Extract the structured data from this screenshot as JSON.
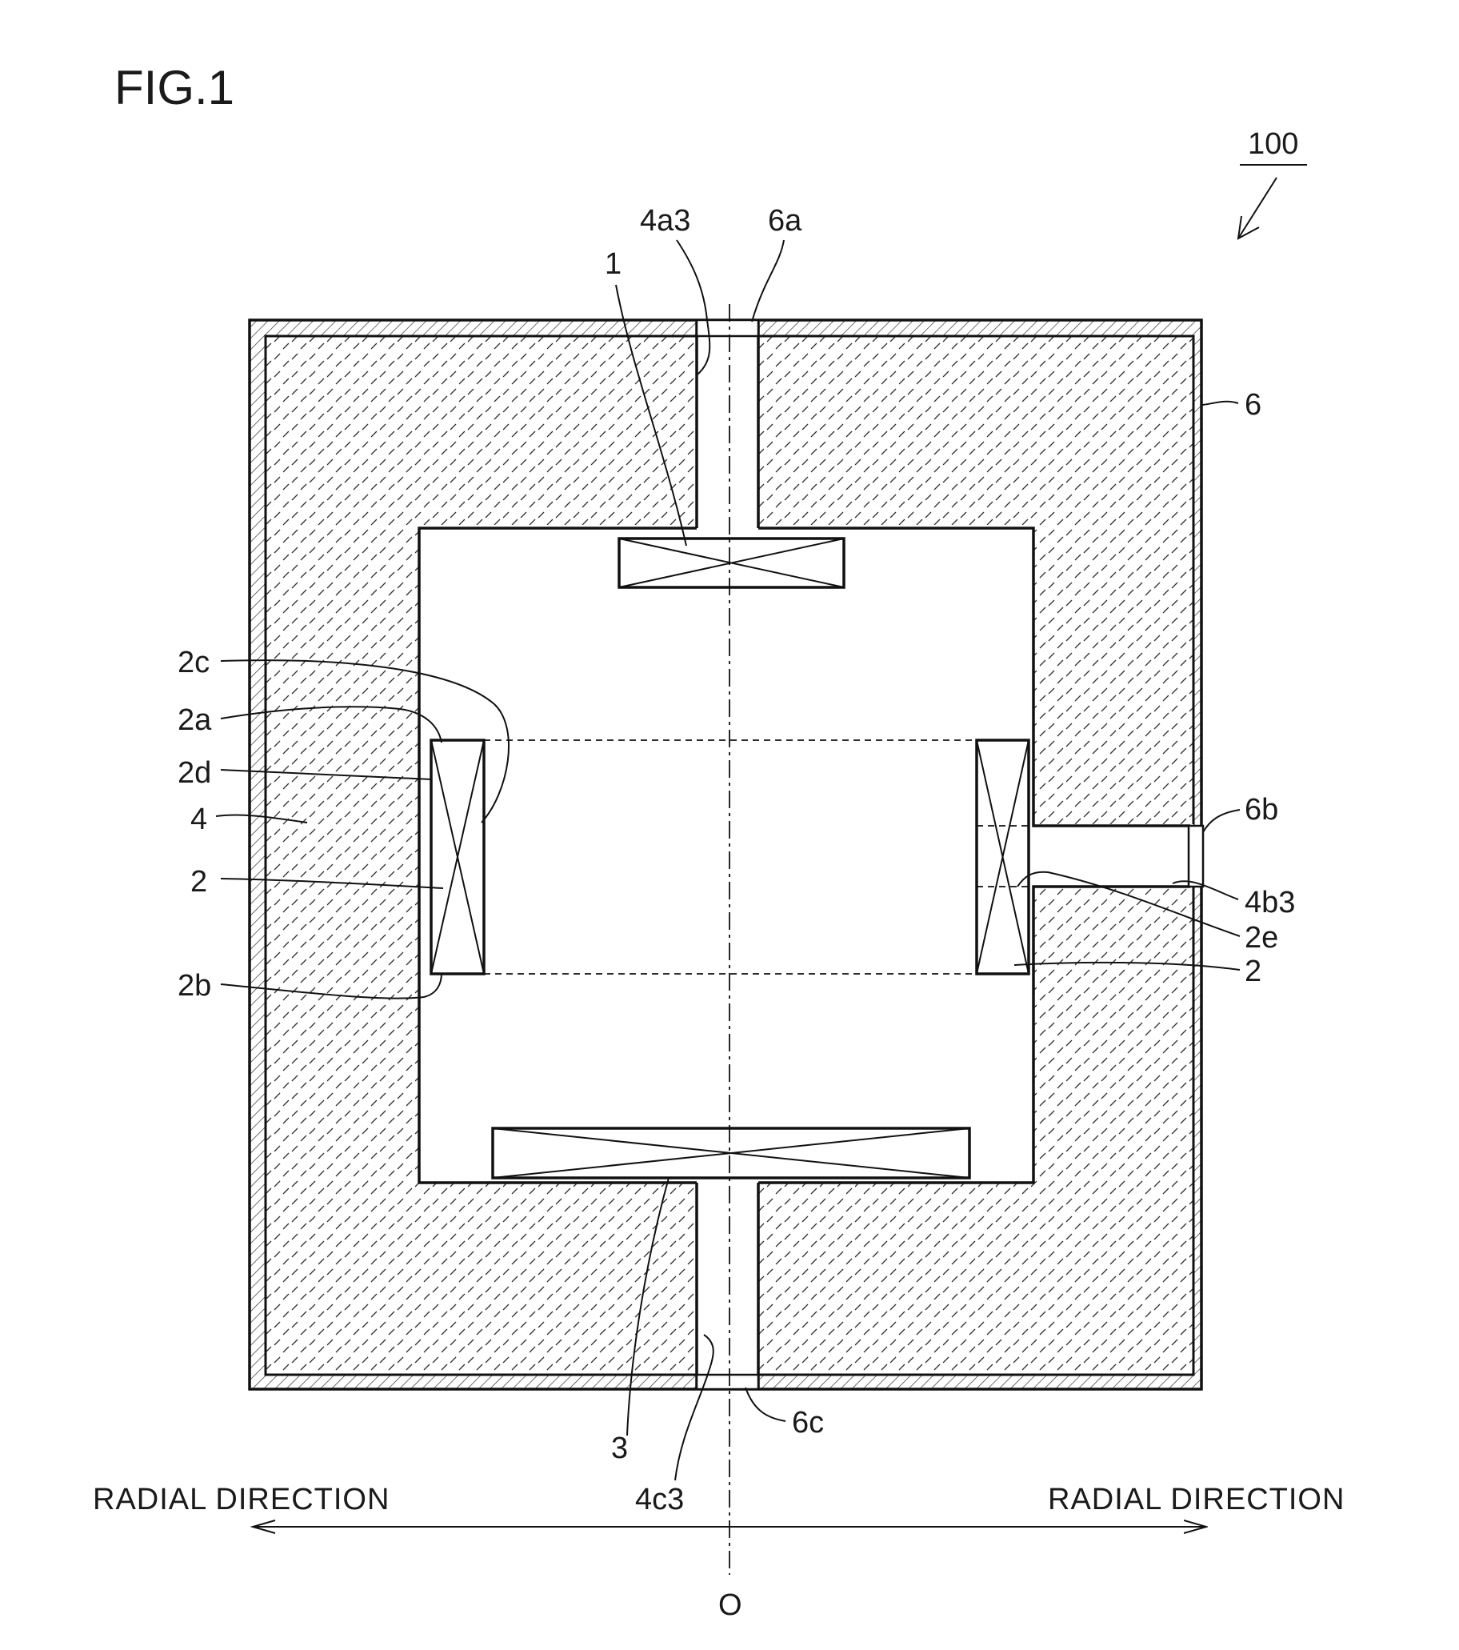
{
  "figure_title": "FIG.1",
  "labels": {
    "ref_100": "100",
    "ref_4a3": "4a3",
    "ref_6a": "6a",
    "ref_1": "1",
    "ref_6": "6",
    "ref_2c": "2c",
    "ref_2a": "2a",
    "ref_2d": "2d",
    "ref_4": "4",
    "ref_2_left": "2",
    "ref_2b": "2b",
    "ref_6b": "6b",
    "ref_4b3": "4b3",
    "ref_2e": "2e",
    "ref_2_right": "2",
    "ref_3": "3",
    "ref_6c": "6c",
    "ref_4c3": "4c3",
    "ref_O": "O"
  },
  "direction": {
    "left": "RADIAL DIRECTION",
    "right": "RADIAL DIRECTION"
  }
}
